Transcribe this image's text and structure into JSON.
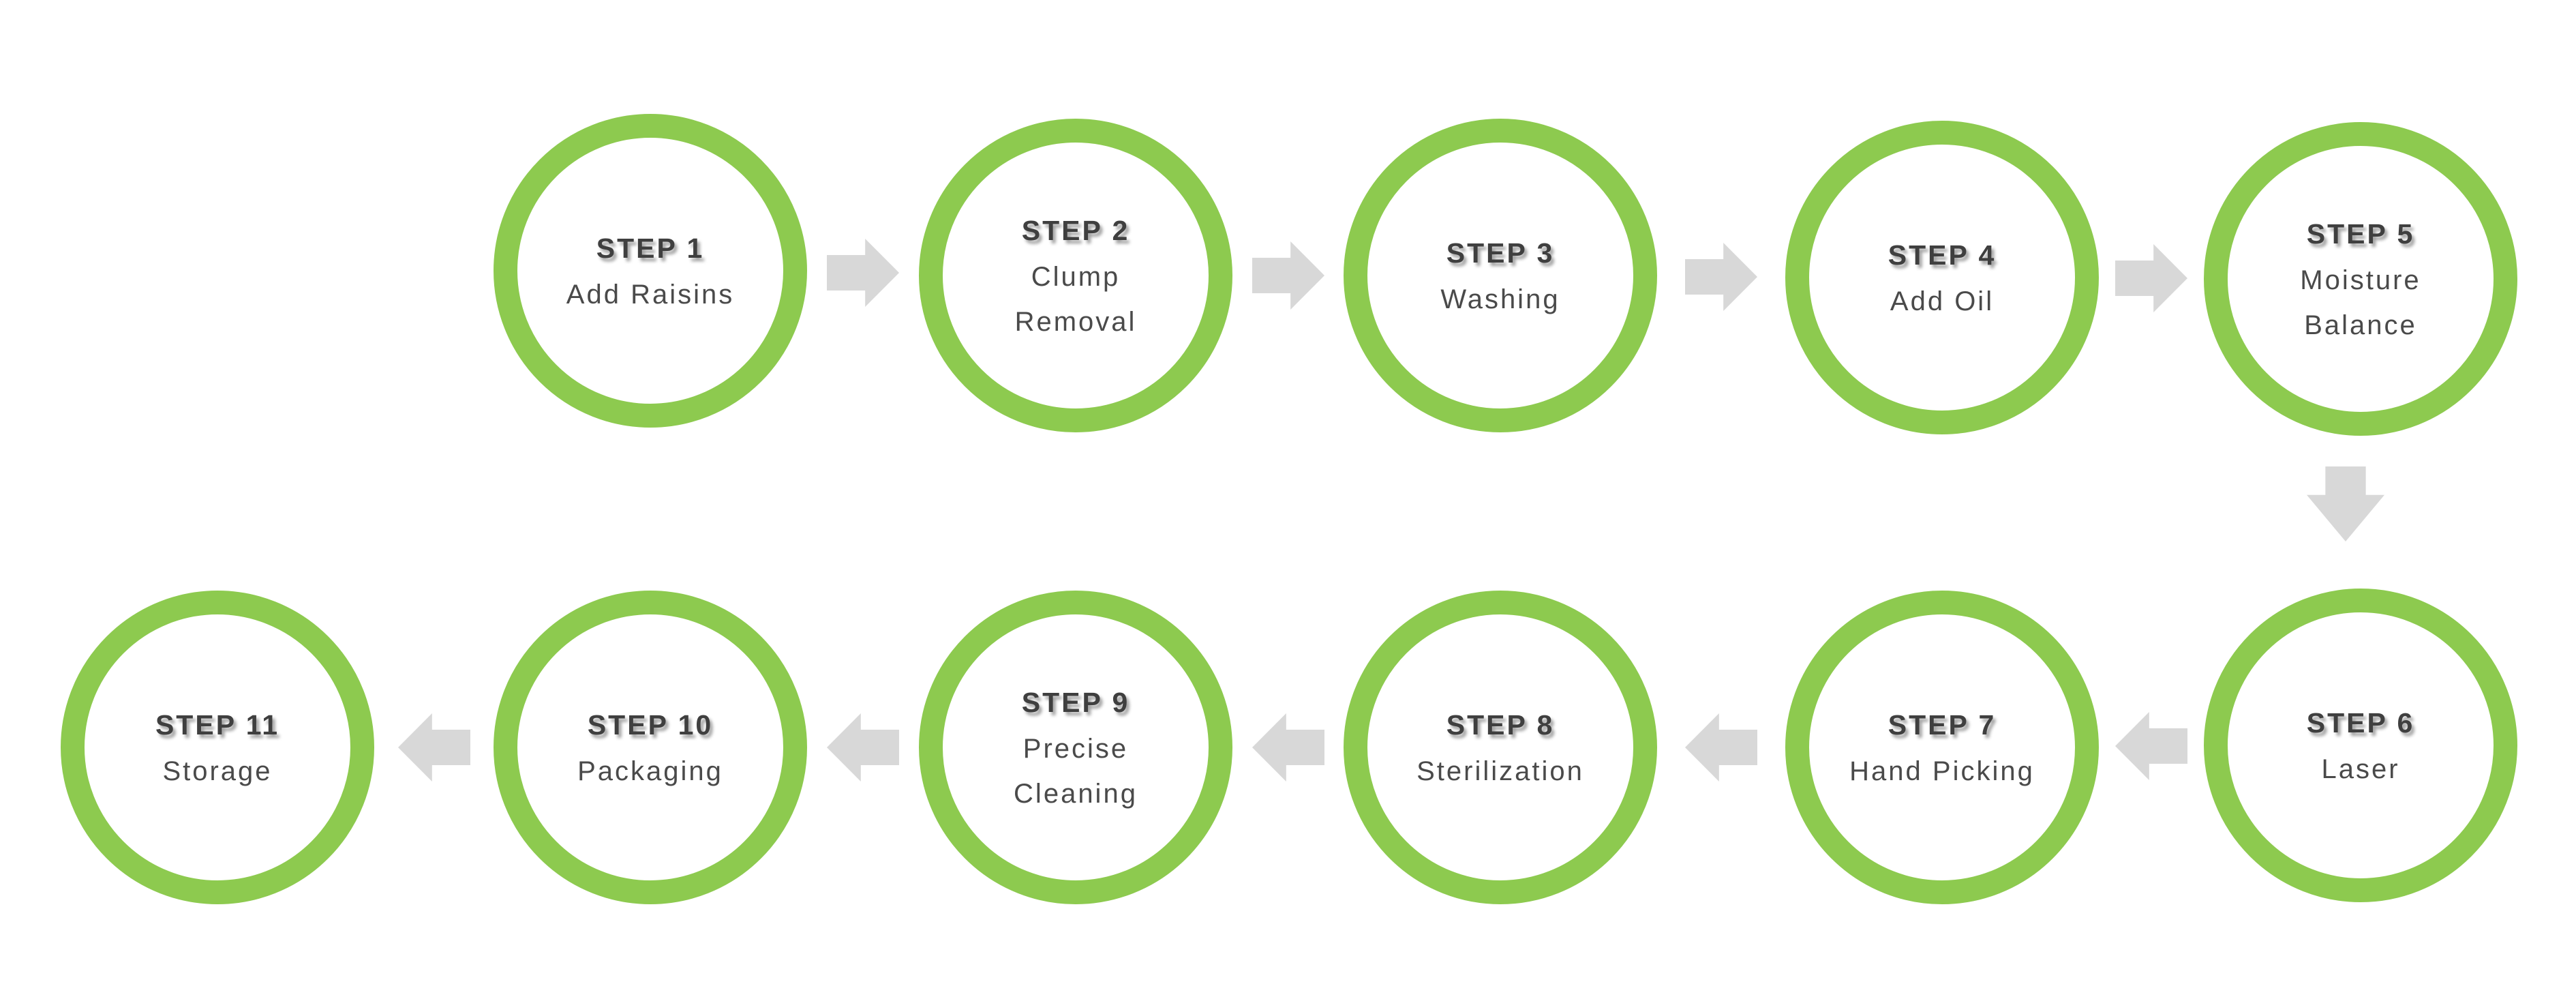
{
  "diagram": {
    "type": "process-flow",
    "description": "11-step circular process flow, steps 1-5 left-to-right on top row, down arrow after step 5, steps 6-11 right-to-left on bottom row",
    "colors": {
      "ring_green": "#8DCA4F",
      "arrow_gray": "#D8D8D8",
      "step_title_color": "#3F3F3F",
      "step_label_color": "#4A4A4A",
      "background": "#FFFFFF"
    },
    "steps": [
      {
        "title": "STEP 1",
        "label": [
          "Add Raisins"
        ]
      },
      {
        "title": "STEP 2",
        "label": [
          "Clump",
          "Removal"
        ]
      },
      {
        "title": "STEP 3",
        "label": [
          "Washing"
        ]
      },
      {
        "title": "STEP 4",
        "label": [
          "Add Oil"
        ]
      },
      {
        "title": "STEP 5",
        "label": [
          "Moisture",
          "Balance"
        ]
      },
      {
        "title": "STEP 6",
        "label": [
          "Laser"
        ]
      },
      {
        "title": "STEP 7",
        "label": [
          "Hand Picking"
        ]
      },
      {
        "title": "STEP 8",
        "label": [
          "Sterilization"
        ]
      },
      {
        "title": "STEP 9",
        "label": [
          "Precise",
          "Cleaning"
        ]
      },
      {
        "title": "STEP 10",
        "label": [
          "Packaging"
        ]
      },
      {
        "title": "STEP 11",
        "label": [
          "Storage"
        ]
      }
    ],
    "arrows": [
      {
        "from": 1,
        "to": 2,
        "direction": "right"
      },
      {
        "from": 2,
        "to": 3,
        "direction": "right"
      },
      {
        "from": 3,
        "to": 4,
        "direction": "right"
      },
      {
        "from": 4,
        "to": 5,
        "direction": "right"
      },
      {
        "from": 5,
        "to": 6,
        "direction": "down"
      },
      {
        "from": 7,
        "to": 8,
        "direction": "left"
      },
      {
        "from": 8,
        "to": 9,
        "direction": "left"
      },
      {
        "from": 9,
        "to": 10,
        "direction": "left"
      },
      {
        "from": 10,
        "to": 11,
        "direction": "left"
      },
      {
        "from": 6,
        "to": 7,
        "direction": "left"
      }
    ]
  }
}
